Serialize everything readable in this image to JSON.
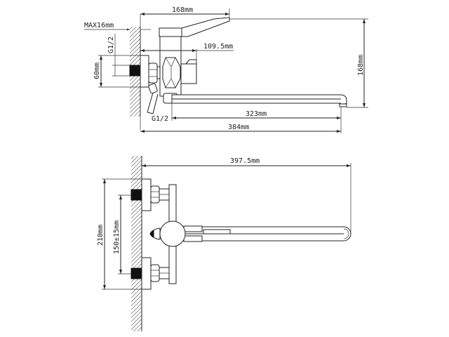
{
  "drawing": {
    "title": "Wall-mounted mixer tap dimension drawing",
    "line_color": "#222222",
    "background": "#ffffff"
  },
  "side_view": {
    "dimensions": {
      "top_width": "168mm",
      "wall_max": "MAX16mm",
      "thread_top": "G1/2",
      "body_depth": "109.5mm",
      "connector_height": "60mm",
      "total_height": "168mm",
      "thread_bottom": "G1/2",
      "spout_reach": "323mm",
      "total_length": "384mm"
    }
  },
  "front_view": {
    "dimensions": {
      "spout_length": "397.5mm",
      "overall_height": "210mm",
      "centers": "150±15mm"
    }
  }
}
